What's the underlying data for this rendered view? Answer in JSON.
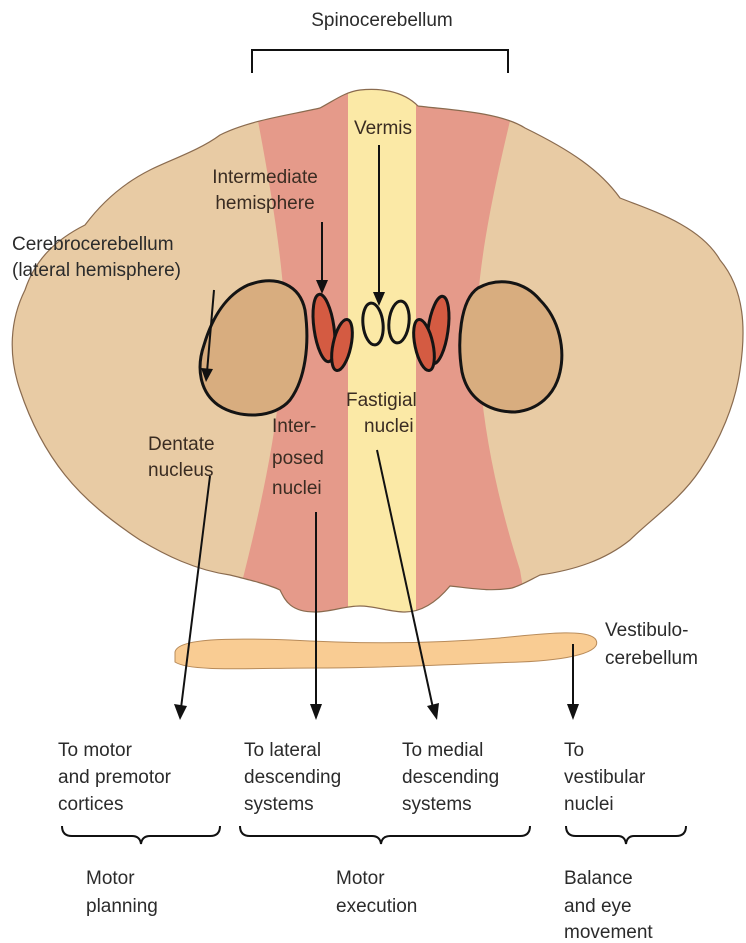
{
  "labels": {
    "spinocerebellum": "Spinocerebellum",
    "vermis": "Vermis",
    "intermediate_1": "Intermediate",
    "intermediate_2": "hemisphere",
    "cerebro_1": "Cerebrocerebellum",
    "cerebro_2": "(lateral hemisphere)",
    "fastigial_1": "Fastigial",
    "fastigial_2": "nuclei",
    "dentate_1": "Dentate",
    "dentate_2": "nucleus",
    "interposed_1": "Inter-",
    "interposed_2": "posed",
    "interposed_3": "nuclei",
    "vestibulo_1": "Vestibulo-",
    "vestibulo_2": "cerebellum"
  },
  "targets": [
    {
      "lines": [
        "To motor",
        "and premotor",
        "cortices"
      ]
    },
    {
      "lines": [
        "To lateral",
        "descending",
        "systems"
      ]
    },
    {
      "lines": [
        "To medial",
        "descending",
        "systems"
      ]
    },
    {
      "lines": [
        "To",
        "vestibular",
        "nuclei"
      ]
    }
  ],
  "functions": [
    {
      "lines": [
        "Motor",
        "planning"
      ]
    },
    {
      "lines": [
        "Motor",
        "execution"
      ]
    },
    {
      "lines": [
        "Balance",
        "and eye",
        "movement"
      ]
    }
  ],
  "colors": {
    "lateral_hemisphere": "#e8cba4",
    "intermediate_zone": "#e59a8a",
    "vermis": "#fbe9a6",
    "vestibulocerebellum": "#f9cc93",
    "dentate_nucleus": "#d8ad7f",
    "interposed_nuclei": "#d45b42",
    "outline": "#141414"
  }
}
